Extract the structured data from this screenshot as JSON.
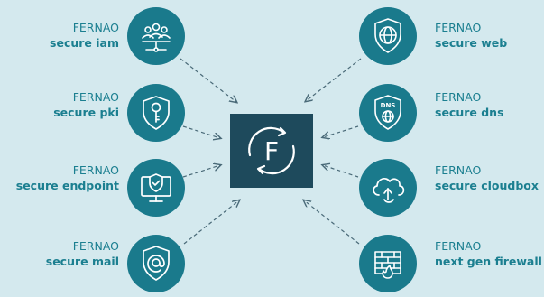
{
  "left": [
    {
      "brand": "FERNAO",
      "product": "secure iam",
      "icon": "users-network-icon"
    },
    {
      "brand": "FERNAO",
      "product": "secure pki",
      "icon": "shield-key-icon"
    },
    {
      "brand": "FERNAO",
      "product": "secure endpoint",
      "icon": "monitor-shield-icon"
    },
    {
      "brand": "FERNAO",
      "product": "secure mail",
      "icon": "shield-at-icon"
    }
  ],
  "right": [
    {
      "brand": "FERNAO",
      "product": "secure web",
      "icon": "shield-globe-icon"
    },
    {
      "brand": "FERNAO",
      "product": "secure dns",
      "icon": "shield-dns-icon",
      "icon_text": "DNS"
    },
    {
      "brand": "FERNAO",
      "product": "secure cloudbox",
      "icon": "cloud-sync-icon"
    },
    {
      "brand": "FERNAO",
      "product": "next gen firewall",
      "icon": "firewall-flame-icon"
    }
  ],
  "center": {
    "letter": "F",
    "icon": "cycle-arrows-icon"
  },
  "colors": {
    "background": "#d4e9ee",
    "circle": "#1a7a8c",
    "center_box": "#1e4a5c",
    "label_text": "#1b7f90",
    "connector": "#4a6a78"
  }
}
